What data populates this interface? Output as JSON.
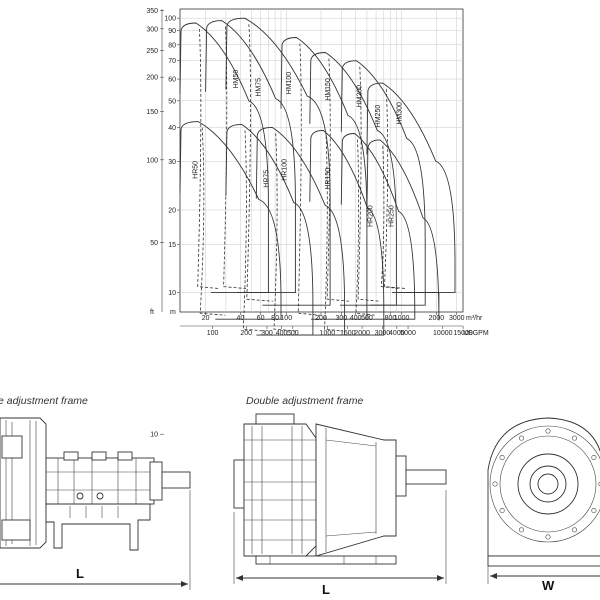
{
  "chart": {
    "y_ticks": [
      {
        "label": "350",
        "m": 350
      },
      {
        "label": "300",
        "m": 300
      },
      {
        "label": "250",
        "m": 250
      },
      {
        "label": "200",
        "m": 200
      },
      {
        "label": "150",
        "m": 150
      },
      {
        "label": "100",
        "m": 100
      },
      {
        "label": "50",
        "m": 50
      },
      {
        "label": "10",
        "m": 10
      }
    ],
    "m_ticks": [
      {
        "label": "100",
        "m": 100
      },
      {
        "label": "90",
        "m": 90
      },
      {
        "label": "80",
        "m": 80
      },
      {
        "label": "70",
        "m": 70
      },
      {
        "label": "60",
        "m": 60
      },
      {
        "label": "50",
        "m": 50
      },
      {
        "label": "40",
        "m": 40
      },
      {
        "label": "30",
        "m": 30
      },
      {
        "label": "20",
        "m": 20
      },
      {
        "label": "15",
        "m": 15
      },
      {
        "label": "10",
        "m": 10
      }
    ],
    "ft_label": "ft",
    "m_label": "m",
    "x_ticks_top": [
      {
        "label": "20",
        "q": 20
      },
      {
        "label": "40",
        "q": 40
      },
      {
        "label": "60",
        "q": 60
      },
      {
        "label": "80",
        "q": 80
      },
      {
        "label": "100",
        "q": 100
      },
      {
        "label": "200",
        "q": 200
      },
      {
        "label": "300",
        "q": 300
      },
      {
        "label": "400",
        "q": 400
      },
      {
        "label": "500",
        "q": 500
      },
      {
        "label": "800",
        "q": 800
      },
      {
        "label": "1000",
        "q": 1000
      },
      {
        "label": "2000",
        "q": 2000
      },
      {
        "label": "3000",
        "q": 3000
      }
    ],
    "x_unit_top": "m³/hr",
    "x_ticks_bottom": [
      {
        "label": "100",
        "q": 23
      },
      {
        "label": "200",
        "q": 45
      },
      {
        "label": "300",
        "q": 68
      },
      {
        "label": "400",
        "q": 91
      },
      {
        "label": "500",
        "q": 114
      },
      {
        "label": "1000",
        "q": 227
      },
      {
        "label": "1500",
        "q": 341
      },
      {
        "label": "2000",
        "q": 454
      },
      {
        "label": "3000",
        "q": 681
      },
      {
        "label": "4000",
        "q": 908
      },
      {
        "label": "5000",
        "q": 1136
      },
      {
        "label": "10000",
        "q": 2271
      },
      {
        "label": "15000",
        "q": 3407
      }
    ],
    "x_unit_bottom": "USGPM",
    "hm_curves": [
      {
        "name": "HM50",
        "q_lo": 12,
        "q_hi": 70,
        "h_top": 96,
        "h_bot": 10,
        "label_q": 38,
        "label_h": 60
      },
      {
        "name": "HM75",
        "q_lo": 20,
        "q_hi": 120,
        "h_top": 98,
        "h_bot": 10,
        "label_q": 60,
        "label_h": 56
      },
      {
        "name": "HM100",
        "q_lo": 30,
        "q_hi": 240,
        "h_top": 100,
        "h_bot": 9,
        "label_q": 110,
        "label_h": 58
      },
      {
        "name": "HM150",
        "q_lo": 90,
        "q_hi": 500,
        "h_top": 85,
        "h_bot": 8,
        "label_q": 240,
        "label_h": 55
      },
      {
        "name": "HM200",
        "q_lo": 160,
        "q_hi": 900,
        "h_top": 75,
        "h_bot": 9,
        "label_q": 450,
        "label_h": 52
      },
      {
        "name": "HM250",
        "q_lo": 300,
        "q_hi": 1600,
        "h_top": 70,
        "h_bot": 9,
        "label_q": 650,
        "label_h": 44
      },
      {
        "name": "HM300",
        "q_lo": 500,
        "q_hi": 2900,
        "h_top": 58,
        "h_bot": 10,
        "label_q": 1000,
        "label_h": 45
      }
    ],
    "hr_curves": [
      {
        "name": "HR50",
        "q_lo": 12,
        "q_hi": 90,
        "h_top": 42,
        "h_bot": 8,
        "label_q": 17,
        "label_h": 28
      },
      {
        "name": "HR75",
        "q_lo": 30,
        "q_hi": 170,
        "h_top": 41,
        "h_bot": 7,
        "label_q": 70,
        "label_h": 26
      },
      {
        "name": "HR100",
        "q_lo": 55,
        "q_hi": 320,
        "h_top": 40,
        "h_bot": 7,
        "label_q": 100,
        "label_h": 28
      },
      {
        "name": "HR150",
        "q_lo": 160,
        "q_hi": 700,
        "h_top": 39,
        "h_bot": 7,
        "label_q": 240,
        "label_h": 26
      },
      {
        "name": "HR200",
        "q_lo": 300,
        "q_hi": 1300,
        "h_top": 38,
        "h_bot": 8,
        "label_q": 560,
        "label_h": 19
      },
      {
        "name": "HR250",
        "q_lo": 500,
        "q_hi": 2100,
        "h_top": 36,
        "h_bot": 10,
        "label_q": 850,
        "label_h": 19
      }
    ]
  },
  "drawings": {
    "left_caption": "e adjustment frame",
    "middle_caption": "Double adjustment frame",
    "dim_left": "L",
    "dim_middle": "L",
    "dim_right": "W"
  }
}
